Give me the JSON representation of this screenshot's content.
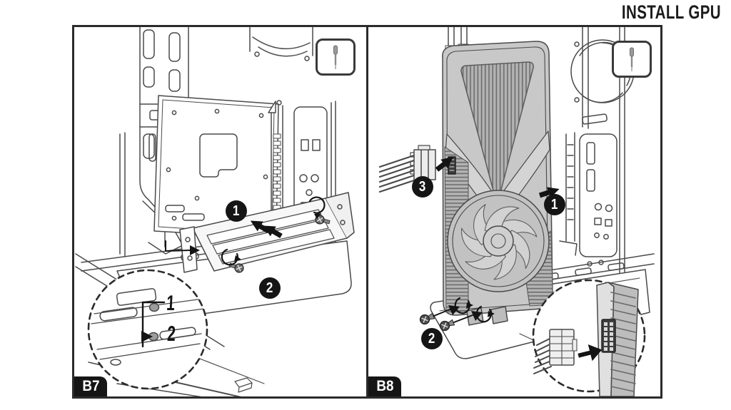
{
  "page": {
    "title": "INSTALL GPU"
  },
  "panels": {
    "b7": {
      "label": "B7",
      "tool_icon": "screwdriver-icon",
      "steps": {
        "step1": "1",
        "step2": "2"
      },
      "inset": {
        "label1": "1",
        "label2": "2"
      }
    },
    "b8": {
      "label": "B8",
      "tool_icon": "screwdriver-icon",
      "steps": {
        "step1": "1",
        "step2": "2",
        "step3": "3"
      }
    }
  },
  "colors": {
    "ink": "#1c1c1c",
    "line": "#4a4a4a",
    "panel_border": "#2b2b2b",
    "gpu_body": "#c8c8c8",
    "gpu_fins": "#6f6f6f",
    "badge_bg": "#151515"
  }
}
